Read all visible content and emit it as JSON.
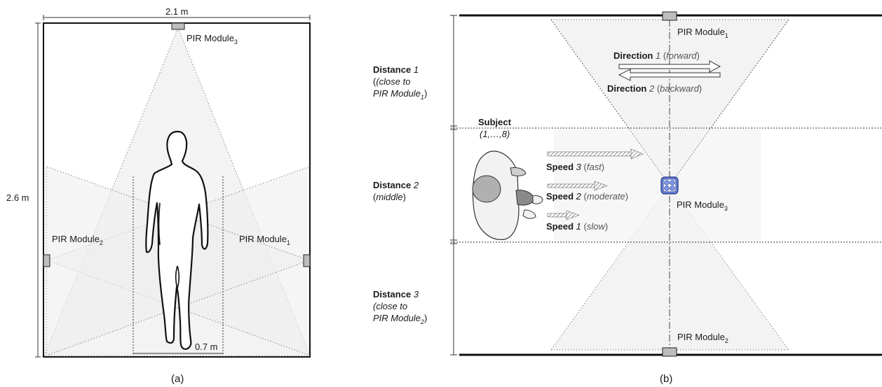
{
  "panel_a": {
    "caption": "(a)",
    "width_label": "2.1 m",
    "height_label": "2.6 m",
    "walkway_label": "0.7 m",
    "pir1": {
      "name": "PIR Module",
      "sub": "1"
    },
    "pir2": {
      "name": "PIR Module",
      "sub": "2"
    },
    "pir3": {
      "name": "PIR Module",
      "sub": "3"
    }
  },
  "panel_b": {
    "caption": "(b)",
    "pir1": {
      "name": "PIR Module",
      "sub": "1"
    },
    "pir2": {
      "name": "PIR Module",
      "sub": "2"
    },
    "pir3": {
      "name": "PIR Module",
      "sub": "3"
    },
    "direction1": {
      "bold": "Direction",
      "num": "1",
      "open": " (",
      "desc": "forward",
      "close": ")"
    },
    "direction2": {
      "bold": "Direction",
      "num": "2",
      "open": " (",
      "desc": "backward",
      "close": ")"
    },
    "distance1": {
      "bold": "Distance",
      "num": "1",
      "line2": "(close to",
      "line3": "PIR Module",
      "line3_sub": "1",
      "line3_close": ")"
    },
    "distance2": {
      "bold": "Distance",
      "num": "2",
      "line2_open": "(",
      "line2": "middle",
      "line2_close": ")"
    },
    "distance3": {
      "bold": "Distance",
      "num": "3",
      "line2": "(close to",
      "line3": "PIR Module",
      "line3_sub": "2",
      "line3_close": ")"
    },
    "subject": {
      "label": "Subject",
      "range": "(1,…,8)"
    },
    "speed3": {
      "bold": "Speed",
      "num": "3",
      "open": " (",
      "desc": "fast",
      "close": ")"
    },
    "speed2": {
      "bold": "Speed",
      "num": "2",
      "open": " (",
      "desc": "moderate",
      "close": ")"
    },
    "speed1": {
      "bold": "Speed",
      "num": "1",
      "open": " (",
      "desc": "slow",
      "close": ")"
    }
  }
}
